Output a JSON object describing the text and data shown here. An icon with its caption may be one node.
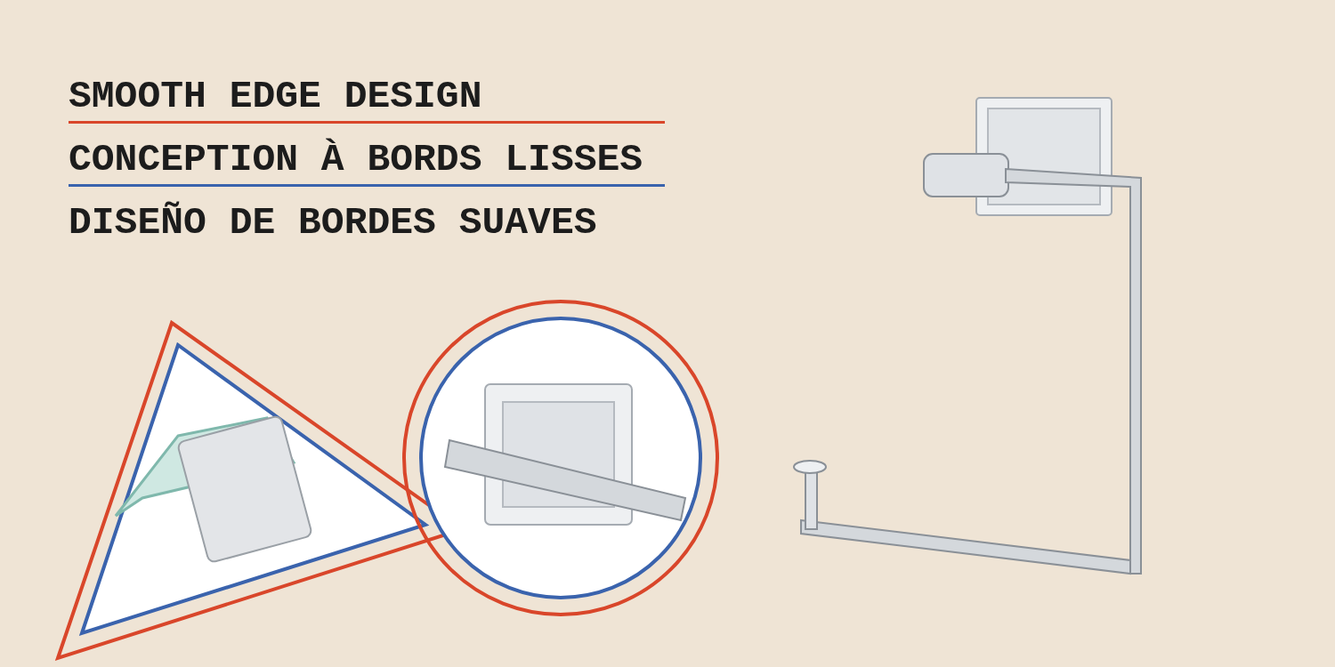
{
  "diagram": {
    "labels": [
      "SMOOTH EDGE DESIGN",
      "CONCEPTION À BORDS LISSES",
      "DISEÑO DE BORDES SUAVES"
    ]
  }
}
